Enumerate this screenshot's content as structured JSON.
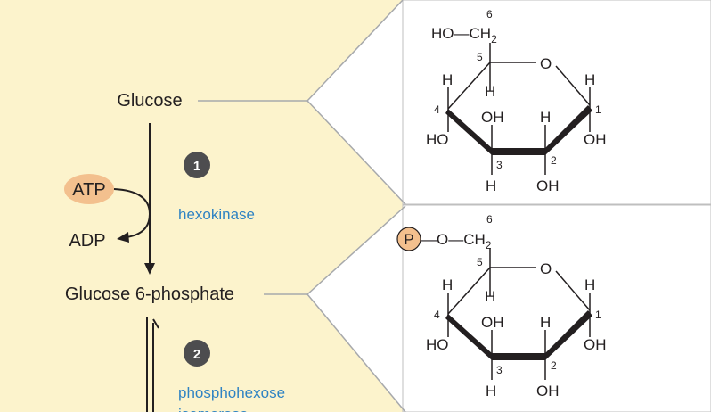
{
  "pathway": {
    "glucose": "Glucose",
    "atp": "ATP",
    "adp": "ADP",
    "glucose_6_phosphate": "Glucose 6-phosphate",
    "step1": "1",
    "enzyme1": "hexokinase",
    "step2": "2",
    "enzyme2_line1": "phosphohexose",
    "enzyme2_line2": "isomerase"
  },
  "glucose_structure": {
    "ho_ch2": "HO—CH",
    "subscript": "2",
    "c6": "6",
    "c5": "5",
    "c4": "4",
    "c3": "3",
    "c2": "2",
    "c1": "1",
    "ring_o": "O",
    "h_c5": "H",
    "h_c4": "H",
    "ho_c4": "HO",
    "oh_c3": "OH",
    "h_c3": "H",
    "h_c2": "H",
    "oh_c2": "OH",
    "h_c1": "H",
    "oh_c1": "OH"
  },
  "g6p_structure": {
    "phosphate": "P",
    "o_ch2": "—O—CH",
    "subscript": "2",
    "c6": "6",
    "c5": "5",
    "c4": "4",
    "c3": "3",
    "c2": "2",
    "c1": "1",
    "ring_o": "O",
    "h_c5": "H",
    "h_c4": "H",
    "ho_c4": "HO",
    "oh_c3": "OH",
    "h_c3": "H",
    "h_c2": "H",
    "oh_c2": "OH",
    "h_c1": "H",
    "oh_c1": "OH"
  },
  "colors": {
    "panel_bg": "#fcf3cc",
    "atp_fill": "#f3c08e",
    "step_circle": "#4d4d4f",
    "enzyme_text": "#2f83c3",
    "connector": "#a7a9ac"
  }
}
